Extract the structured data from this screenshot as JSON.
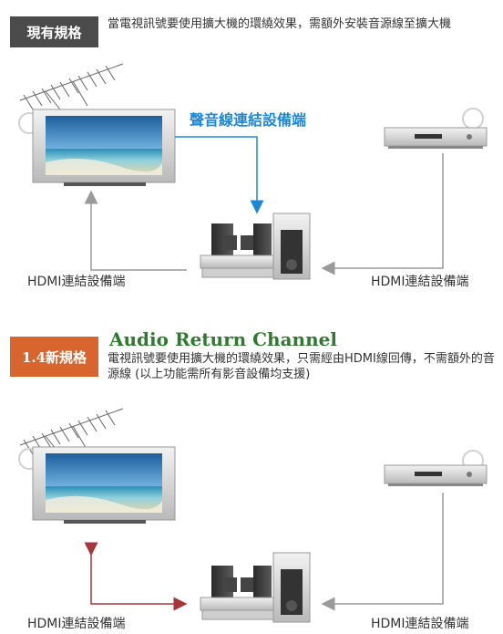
{
  "section_current": {
    "badge": "現有規格",
    "description": "當電視訊號要使用擴大機的環繞效果，需額外安裝音源線至擴大機",
    "audio_cable_label": "聲音線連結設備端",
    "left_hdmi_label": "HDMI連結設備端",
    "right_hdmi_label": "HDMI連結設備端"
  },
  "section_new": {
    "badge": "1.4新規格",
    "title": "Audio Return Channel",
    "description": "電視訊號要使用擴大機的環繞效果，只需經由HDMI線回傳，不需額外的音源線 (以上功能需所有影音設備均支援)",
    "left_hdmi_label": "HDMI連結設備端",
    "right_hdmi_label": "HDMI連結設備端"
  },
  "colors": {
    "blue_arrow": "#1e88d8",
    "gray_arrow": "#9a9a9a",
    "red_arrow": "#a8353a",
    "badge_new_bg": "#d9652e",
    "badge_current_bg": "#4b4b4b",
    "title_green": "#2f7a2f"
  }
}
